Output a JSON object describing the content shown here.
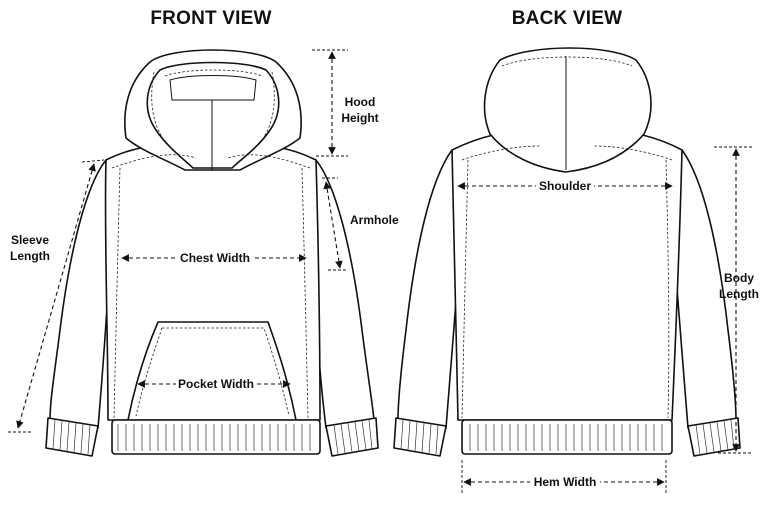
{
  "front": {
    "title": "FRONT VIEW"
  },
  "back": {
    "title": "BACK VIEW"
  },
  "labels": {
    "hood_height_line1": "Hood",
    "hood_height_line2": "Height",
    "armhole": "Armhole",
    "sleeve_length_line1": "Sleeve",
    "sleeve_length_line2": "Length",
    "chest_width": "Chest Width",
    "pocket_width": "Pocket Width",
    "shoulder": "Shoulder",
    "body_length_line1": "Body",
    "body_length_line2": "Length",
    "hem_width": "Hem Width"
  },
  "colors": {
    "line": "#111111",
    "background": "#ffffff"
  }
}
